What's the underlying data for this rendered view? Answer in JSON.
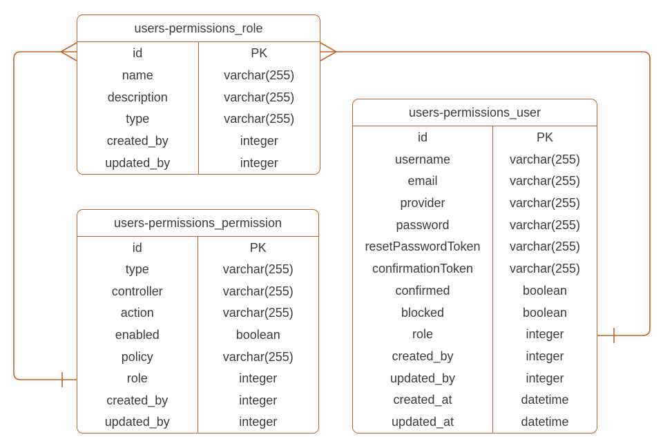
{
  "colors": {
    "line": "#C8611F",
    "text": "#3B3B3B",
    "background": "#FFFFFF"
  },
  "tables": [
    {
      "id": "role",
      "title": "users-permissions_role",
      "rows": [
        [
          "id",
          "PK"
        ],
        [
          "name",
          "varchar(255)"
        ],
        [
          "description",
          "varchar(255)"
        ],
        [
          "type",
          "varchar(255)"
        ],
        [
          "created_by",
          "integer"
        ],
        [
          "updated_by",
          "integer"
        ]
      ]
    },
    {
      "id": "permission",
      "title": "users-permissions_permission",
      "rows": [
        [
          "id",
          "PK"
        ],
        [
          "type",
          "varchar(255)"
        ],
        [
          "controller",
          "varchar(255)"
        ],
        [
          "action",
          "varchar(255)"
        ],
        [
          "enabled",
          "boolean"
        ],
        [
          "policy",
          "varchar(255)"
        ],
        [
          "role",
          "integer"
        ],
        [
          "created_by",
          "integer"
        ],
        [
          "updated_by",
          "integer"
        ]
      ]
    },
    {
      "id": "user",
      "title": "users-permissions_user",
      "rows": [
        [
          "id",
          "PK"
        ],
        [
          "username",
          "varchar(255)"
        ],
        [
          "email",
          "varchar(255)"
        ],
        [
          "provider",
          "varchar(255)"
        ],
        [
          "password",
          "varchar(255)"
        ],
        [
          "resetPasswordToken",
          "varchar(255)"
        ],
        [
          "confirmationToken",
          "varchar(255)"
        ],
        [
          "confirmed",
          "boolean"
        ],
        [
          "blocked",
          "boolean"
        ],
        [
          "role",
          "integer"
        ],
        [
          "created_by",
          "integer"
        ],
        [
          "updated_by",
          "integer"
        ],
        [
          "created_at",
          "datetime"
        ],
        [
          "updated_at",
          "datetime"
        ]
      ]
    }
  ],
  "relationships": [
    {
      "from_table": "users-permissions_role",
      "from_field": "id",
      "from_symbol": "crow-foot-many",
      "to_table": "users-permissions_permission",
      "to_field": "role",
      "to_symbol": "one-tick"
    },
    {
      "from_table": "users-permissions_role",
      "from_field": "id",
      "from_symbol": "crow-foot-many",
      "to_table": "users-permissions_user",
      "to_field": "role",
      "to_symbol": "one-tick"
    }
  ]
}
